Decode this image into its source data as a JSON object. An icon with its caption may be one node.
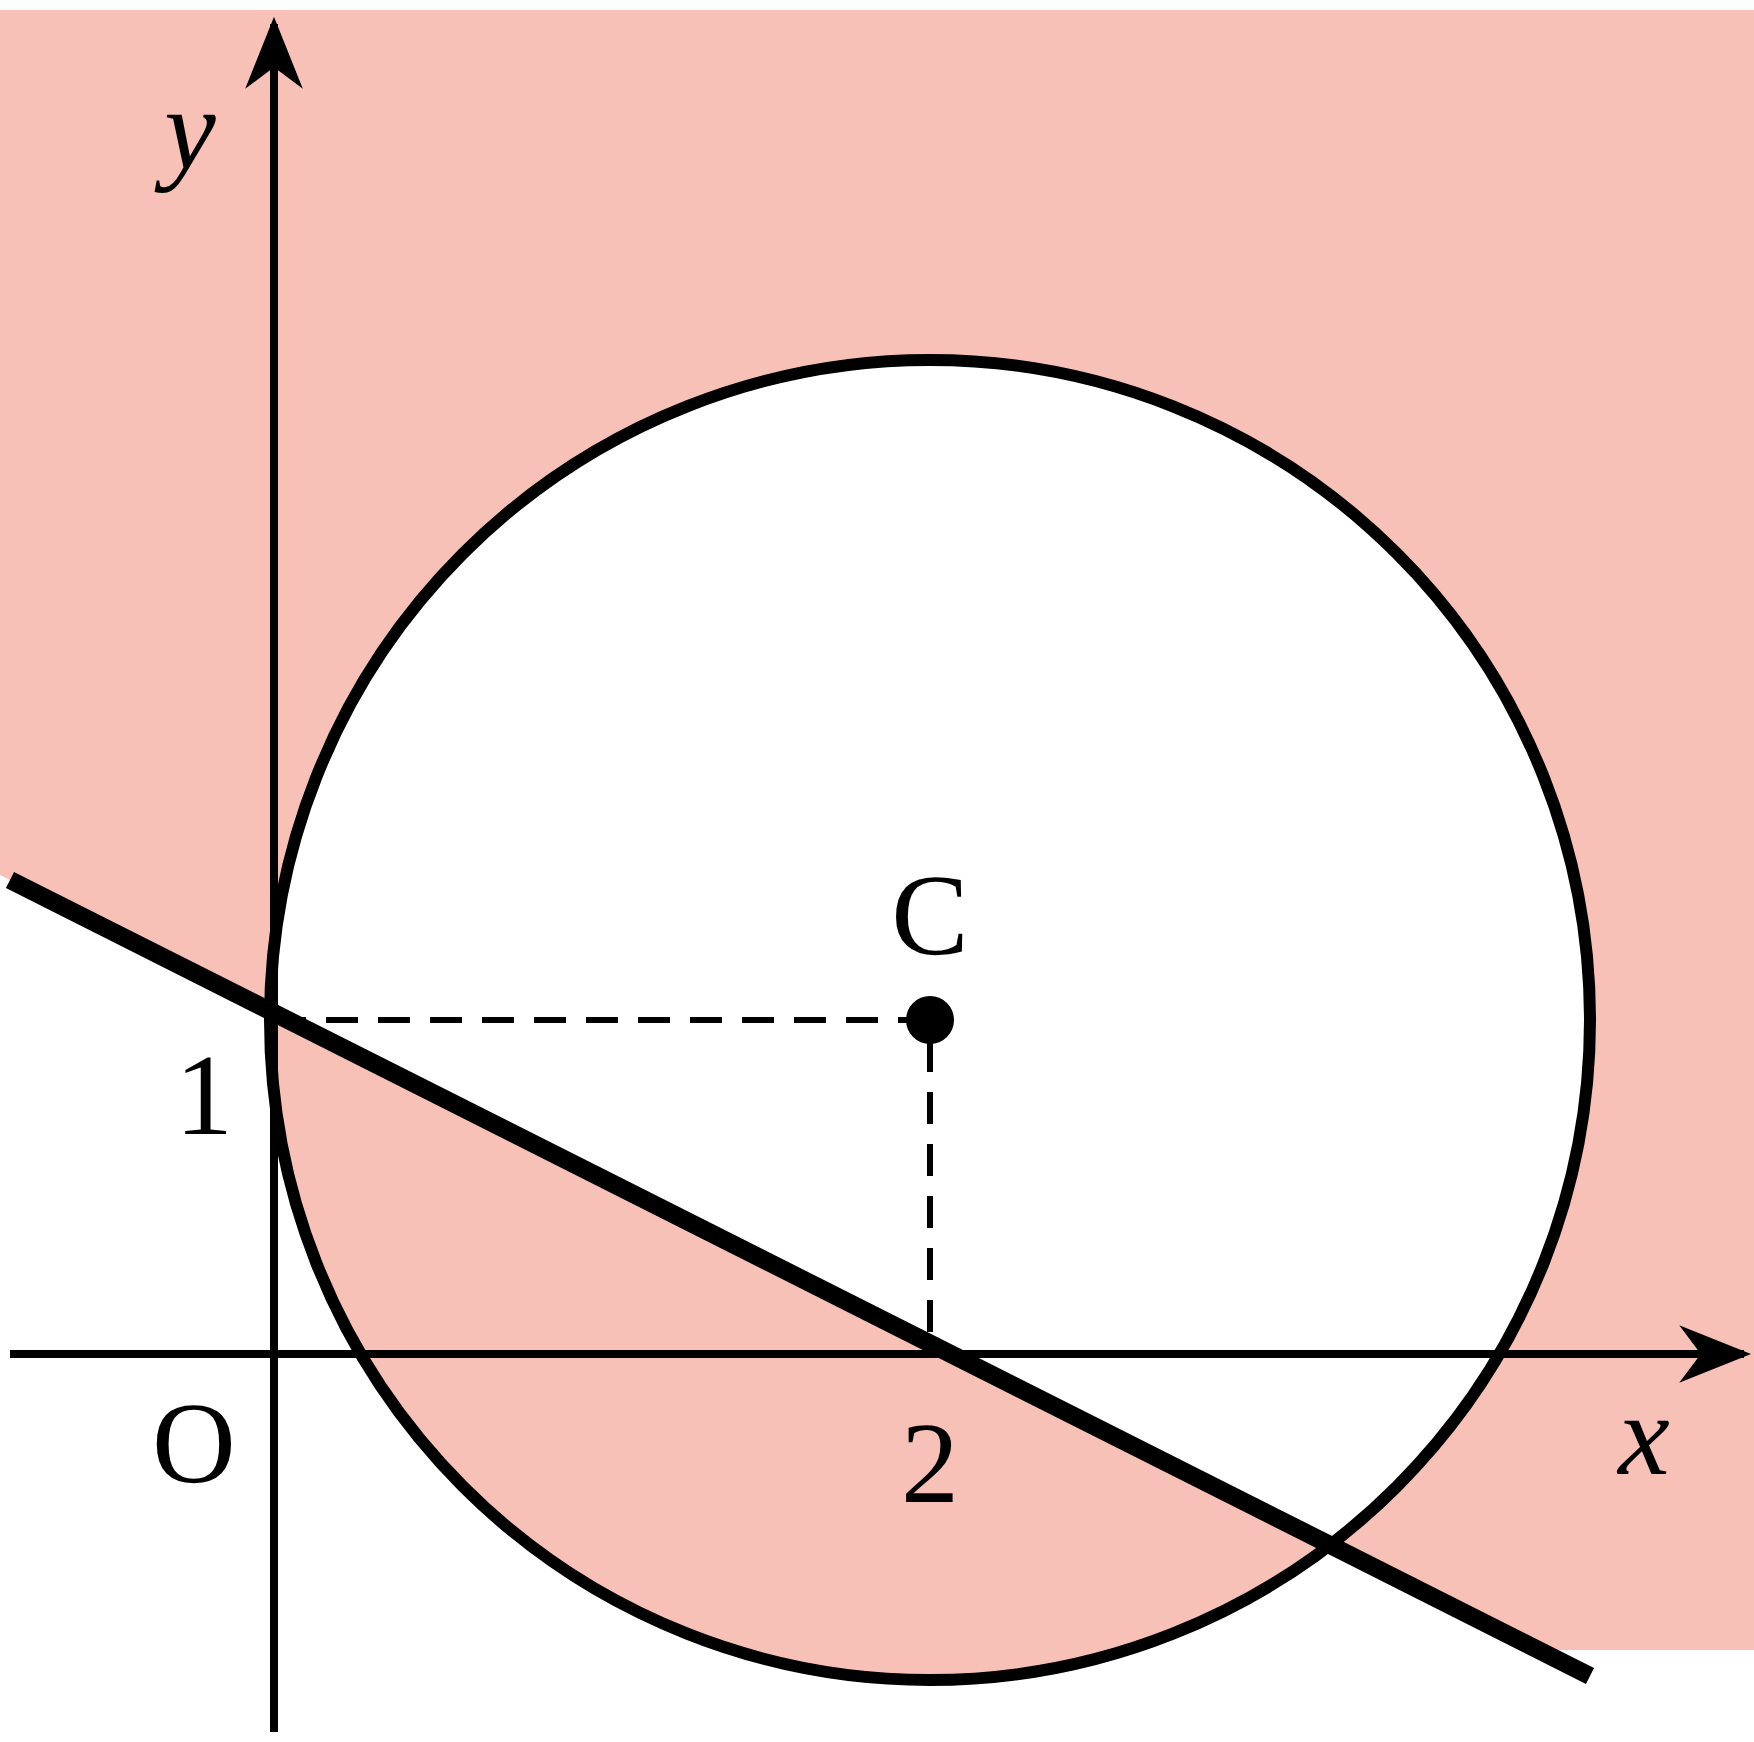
{
  "diagram": {
    "labels": [
      "y",
      "C",
      "1",
      "O",
      "2",
      "x"
    ]
  }
}
